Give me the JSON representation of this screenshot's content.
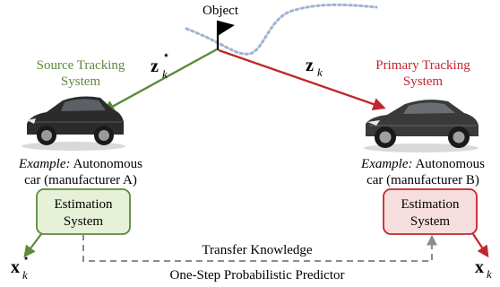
{
  "object": {
    "label": "Object"
  },
  "source": {
    "title_line1": "Source Tracking",
    "title_line2": "System",
    "example_prefix": "Example:",
    "example_line1_rest": " Autonomous",
    "example_line2": "car (manufacturer A)",
    "box_line1": "Estimation",
    "box_line2": "System",
    "measurement_symbol": "z",
    "measurement_sup": "⋆",
    "measurement_sub": "k",
    "output_symbol": "x",
    "output_sup": "⋆",
    "output_sub": "k",
    "color": "#5a8a3a",
    "box_fill": "#e6f1d8"
  },
  "target": {
    "title_line1": "Primary Tracking",
    "title_line2": "System",
    "example_prefix": "Example:",
    "example_line1_rest": " Autonomous",
    "example_line2": "car (manufacturer B)",
    "box_line1": "Estimation",
    "box_line2": "System",
    "measurement_symbol": "z",
    "measurement_sub": "k",
    "output_symbol": "x",
    "output_sub": "k",
    "color": "#c0272d",
    "box_fill": "#f6dede"
  },
  "transfer": {
    "label": "Transfer Knowledge",
    "predictor_label": "One-Step Probabilistic Predictor",
    "line_color": "#8c8c8c"
  },
  "trajectory_color": "#9fb4d0"
}
